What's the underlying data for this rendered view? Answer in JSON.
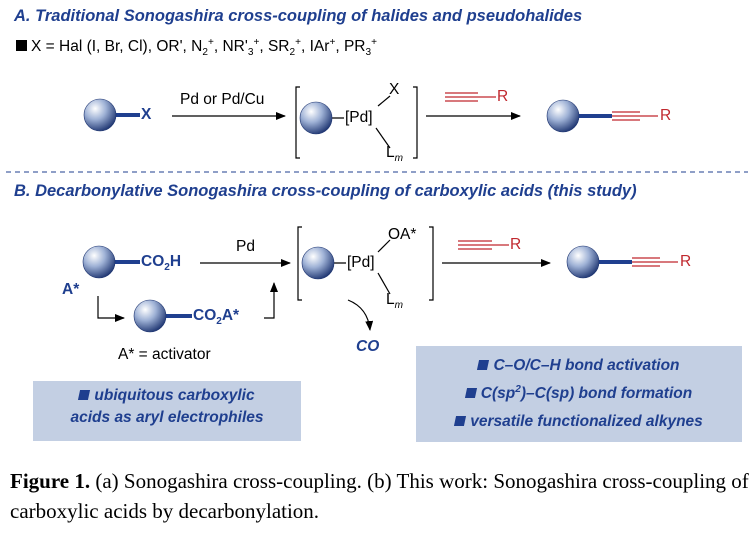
{
  "section_a": {
    "title": "A. Traditional Sonogashira cross-coupling of halides and pseudohalides",
    "x_list_prefix": "X = Hal (I, Br, Cl), OR', N",
    "x_list_rest": "NR'",
    "x_list_sr": "SR",
    "x_list_iar": "IAr",
    "x_list_pr": "PR",
    "x_label": "X",
    "arrow1_label": "Pd or Pd/Cu",
    "pd_label": "[Pd]",
    "x_on_pd": "X",
    "lm": "L",
    "lm_sub": "m",
    "r1": "R",
    "r2": "R"
  },
  "section_b": {
    "title": "B. Decarbonylative Sonogashira cross-coupling of carboxylic acids (this study)",
    "co2h": "CO",
    "co2h_tail": "H",
    "a_star": "A*",
    "co2a": "CO",
    "co2a_tail": "A*",
    "activator": "A* = activator",
    "pd_arrow": "Pd",
    "pd_label": "[Pd]",
    "oa_label": "OA*",
    "lm": "L",
    "lm_sub": "m",
    "co": "CO",
    "r1": "R",
    "r2": "R",
    "box_left": [
      "ubiquitous carboxylic",
      "acids as aryl electrophiles"
    ],
    "box_right_1": "C–O/C–H bond activation",
    "box_right_2_a": "C(sp",
    "box_right_2_b": ")–C(sp) bond formation",
    "box_right_3": "versatile functionalized alkynes"
  },
  "caption": {
    "label": "Figure 1.",
    "text": " (a) Sonogashira cross-coupling. (b) This work: Sonogashira cross-coupling of carboxylic acids by decarbonylation."
  },
  "colors": {
    "navy": "#1f3f8f",
    "red": "#c0282e",
    "box_fill": "#c3cfe3"
  }
}
